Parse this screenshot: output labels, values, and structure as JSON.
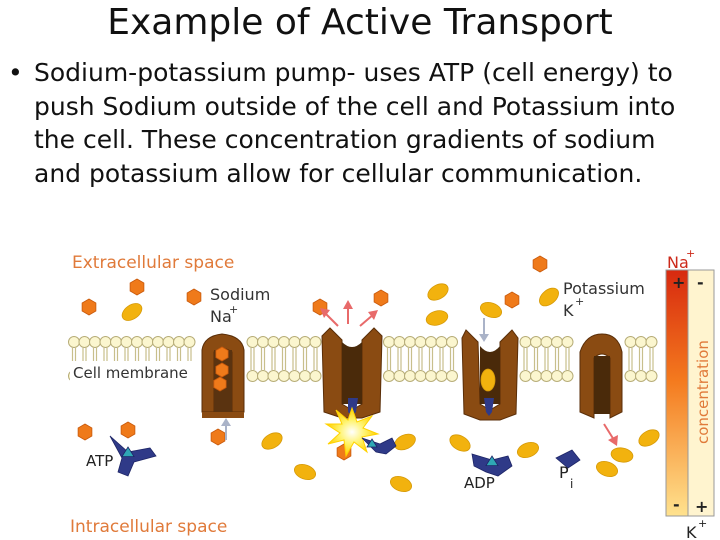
{
  "slide": {
    "title": "Example of Active Transport",
    "bullet": "Sodium-potassium pump- uses ATP (cell energy) to push Sodium outside of the cell and Potassium into the cell. These concentration gradients of sodium and potassium allow for cellular communication."
  },
  "diagram": {
    "extracellular_label": "Extracellular space",
    "intracellular_label": "Intracellular space",
    "membrane_label": "Cell membrane",
    "sodium_label": "Sodium",
    "sodium_symbol": "Na",
    "potassium_label": "Potassium",
    "potassium_symbol": "K",
    "plus_sign": "+",
    "minus_sign": "-",
    "atp_label": "ATP",
    "adp_label": "ADP",
    "pi_label": "P",
    "pi_subscript": "i",
    "gradient_label": "concentration",
    "colors": {
      "sodium": "#ef7a1a",
      "potassium": "#f2b20e",
      "protein": "#8a4b12",
      "atp": "#2f3a88",
      "label_orange": "#e07a3a",
      "gradient_top": "#d7290f",
      "gradient_bottom": "#ffd27a"
    }
  }
}
